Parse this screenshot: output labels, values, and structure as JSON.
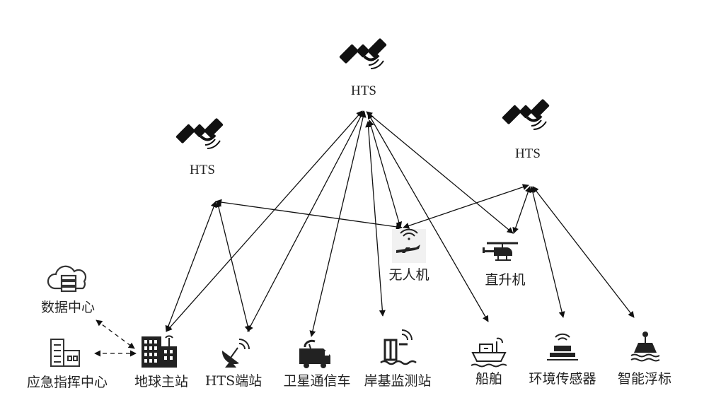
{
  "satellites": {
    "top": {
      "label": "HTS",
      "icon": "satellite-icon"
    },
    "left": {
      "label": "HTS",
      "icon": "satellite-icon"
    },
    "right": {
      "label": "HTS",
      "icon": "satellite-icon"
    }
  },
  "nodes": {
    "data_center": {
      "label": "数据中心",
      "icon": "cloud-server-icon"
    },
    "command_center": {
      "label": "应急指挥中心",
      "icon": "office-building-icon"
    },
    "earth_station": {
      "label": "地球主站",
      "icon": "city-building-icon"
    },
    "hts_terminal": {
      "label": "HTS端站",
      "icon": "satellite-dish-icon"
    },
    "satcom_vehicle": {
      "label": "卫星通信车",
      "icon": "van-dish-icon"
    },
    "shore_station": {
      "label": "岸基监测站",
      "icon": "shore-tower-icon"
    },
    "drone": {
      "label": "无人机",
      "icon": "drone-signal-icon"
    },
    "helicopter": {
      "label": "直升机",
      "icon": "helicopter-icon"
    },
    "ship": {
      "label": "船舶",
      "icon": "ship-icon"
    },
    "env_sensor": {
      "label": "环境传感器",
      "icon": "sensor-icon"
    },
    "smart_buoy": {
      "label": "智能浮标",
      "icon": "buoy-icon"
    }
  }
}
